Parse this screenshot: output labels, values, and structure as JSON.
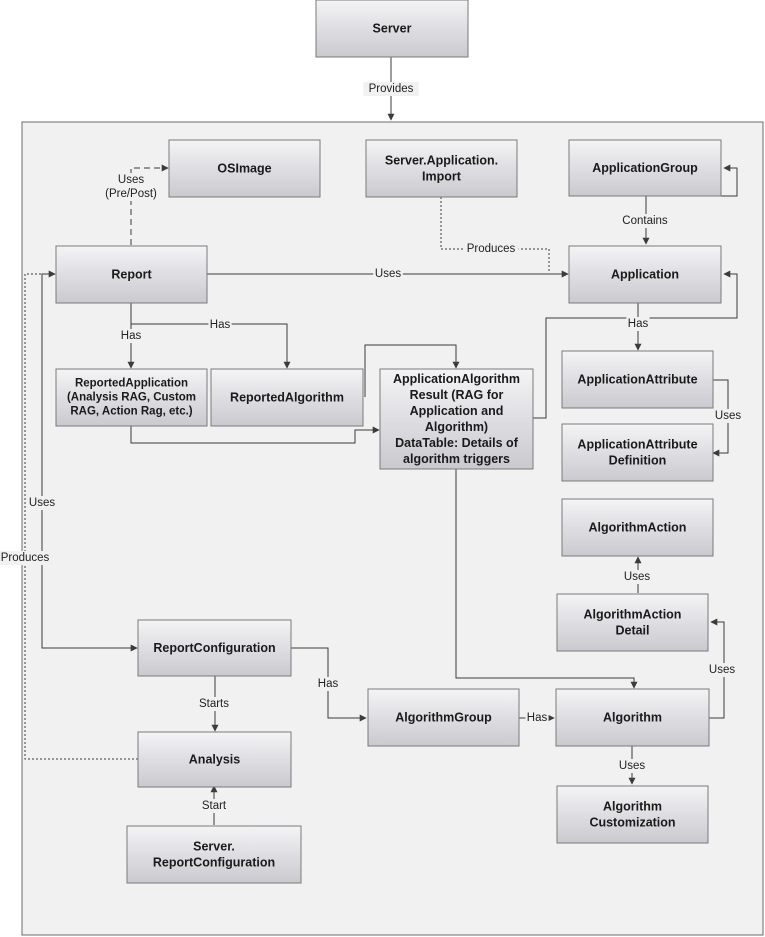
{
  "nodes": {
    "server": [
      "Server"
    ],
    "osimage": [
      "OSImage"
    ],
    "server_application_import": [
      "Server.Application.",
      "Import"
    ],
    "application_group": [
      "ApplicationGroup"
    ],
    "report": [
      "Report"
    ],
    "application": [
      "Application"
    ],
    "reported_application": [
      "ReportedApplication",
      "(Analysis RAG, Custom",
      "RAG, Action Rag, etc.)"
    ],
    "reported_algorithm": [
      "ReportedAlgorithm"
    ],
    "application_algorithm_result": [
      "ApplicationAlgorithm",
      "Result (RAG for",
      "Application and",
      "Algorithm)",
      "DataTable: Details of",
      "algorithm triggers"
    ],
    "application_attribute": [
      "ApplicationAttribute"
    ],
    "application_attribute_definition": [
      "ApplicationAttribute",
      "Definition"
    ],
    "algorithm_action": [
      "AlgorithmAction"
    ],
    "algorithm_action_detail": [
      "AlgorithmAction",
      "Detail"
    ],
    "report_configuration": [
      "ReportConfiguration"
    ],
    "algorithm_group": [
      "AlgorithmGroup"
    ],
    "algorithm": [
      "Algorithm"
    ],
    "analysis": [
      "Analysis"
    ],
    "algorithm_customization": [
      "Algorithm",
      "Customization"
    ],
    "server_report_configuration": [
      "Server.",
      "ReportConfiguration"
    ]
  },
  "edges": {
    "server_provides": [
      "Provides"
    ],
    "report_uses_osimage": [
      "Uses",
      "(Pre/Post)"
    ],
    "appgroup_contains": [
      "Contains"
    ],
    "import_produces": [
      "Produces"
    ],
    "report_uses_application": [
      "Uses"
    ],
    "report_has_reportedapp": [
      "Has"
    ],
    "report_has_reportedalgo": [
      "Has"
    ],
    "application_has_attribute": [
      "Has"
    ],
    "attribute_uses_definition": [
      "Uses"
    ],
    "report_uses_reportconfig": [
      "Uses"
    ],
    "analysis_produces_report": [
      "Produces"
    ],
    "action_detail_uses_action": [
      "Uses"
    ],
    "algorithm_uses_action_detail": [
      "Uses"
    ],
    "reportconfig_has_algogroup": [
      "Has"
    ],
    "reportconfig_starts_analysis": [
      "Starts"
    ],
    "algogroup_has_algorithm": [
      "Has"
    ],
    "algorithm_uses_customization": [
      "Uses"
    ],
    "server_reportconfig_starts": [
      "Start"
    ]
  }
}
